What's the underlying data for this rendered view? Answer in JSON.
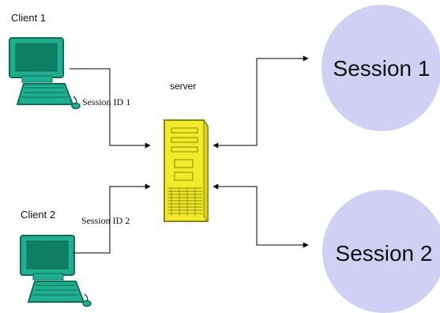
{
  "diagram": {
    "clients": [
      {
        "label": "Client 1",
        "session_id_label": "Session ID 1",
        "icon": "computer-icon"
      },
      {
        "label": "Client 2",
        "session_id_label": "Session ID 2",
        "icon": "computer-icon"
      }
    ],
    "server": {
      "label": "server",
      "icon": "server-tower-icon"
    },
    "sessions": [
      {
        "label": "Session 1"
      },
      {
        "label": "Session 2"
      }
    ],
    "colors": {
      "computer": "#1fae8f",
      "computer_dark": "#0c6f56",
      "server": "#f2eb2a",
      "server_dark": "#8c8612",
      "session_fill": "#cfd0f4",
      "line": "#000000"
    }
  }
}
